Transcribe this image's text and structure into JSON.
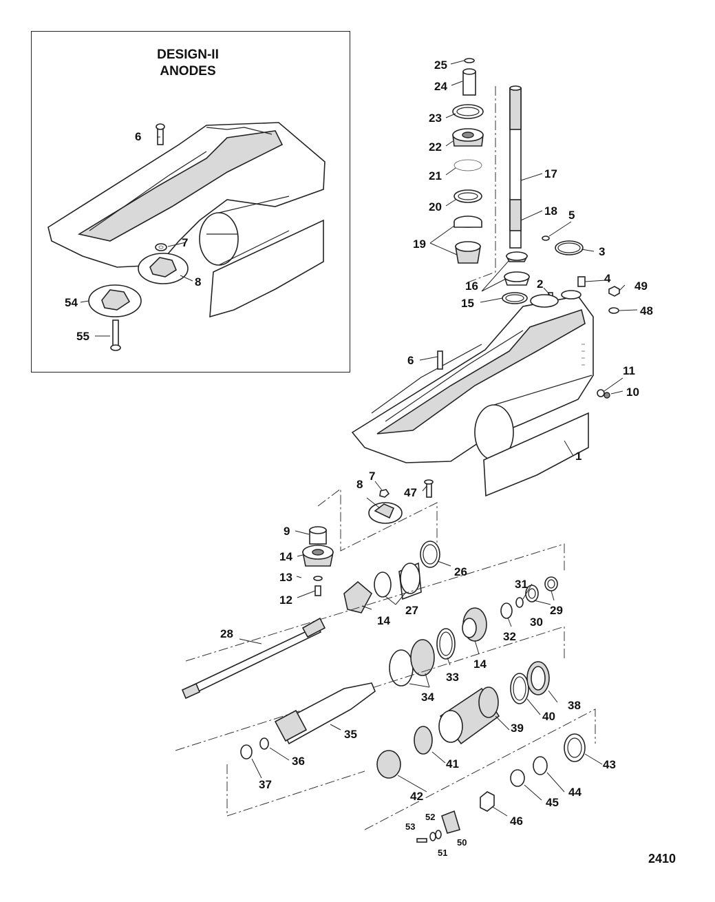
{
  "inset": {
    "title_line1": "DESIGN-II",
    "title_line2": "ANODES"
  },
  "figure_number": "2410",
  "callouts": {
    "c1": "1",
    "c2": "2",
    "c3": "3",
    "c4": "4",
    "c5": "5",
    "c6_inset": "6",
    "c6": "6",
    "c7_inset": "7",
    "c7": "7",
    "c8_inset": "8",
    "c8": "8",
    "c9": "9",
    "c10": "10",
    "c11": "11",
    "c12": "12",
    "c13": "13",
    "c14_a": "14",
    "c14_b": "14",
    "c14_c": "14",
    "c15": "15",
    "c16": "16",
    "c17": "17",
    "c18": "18",
    "c19": "19",
    "c20": "20",
    "c21": "21",
    "c22": "22",
    "c23": "23",
    "c24": "24",
    "c25": "25",
    "c26": "26",
    "c27": "27",
    "c28": "28",
    "c29": "29",
    "c30": "30",
    "c31": "31",
    "c32": "32",
    "c33": "33",
    "c34": "34",
    "c35": "35",
    "c36": "36",
    "c37": "37",
    "c38": "38",
    "c39": "39",
    "c40": "40",
    "c41": "41",
    "c42": "42",
    "c43": "43",
    "c44": "44",
    "c45": "45",
    "c46": "46",
    "c47": "47",
    "c48": "48",
    "c49": "49",
    "c50": "50",
    "c51": "51",
    "c52": "52",
    "c53": "53",
    "c54": "54",
    "c55": "55"
  }
}
